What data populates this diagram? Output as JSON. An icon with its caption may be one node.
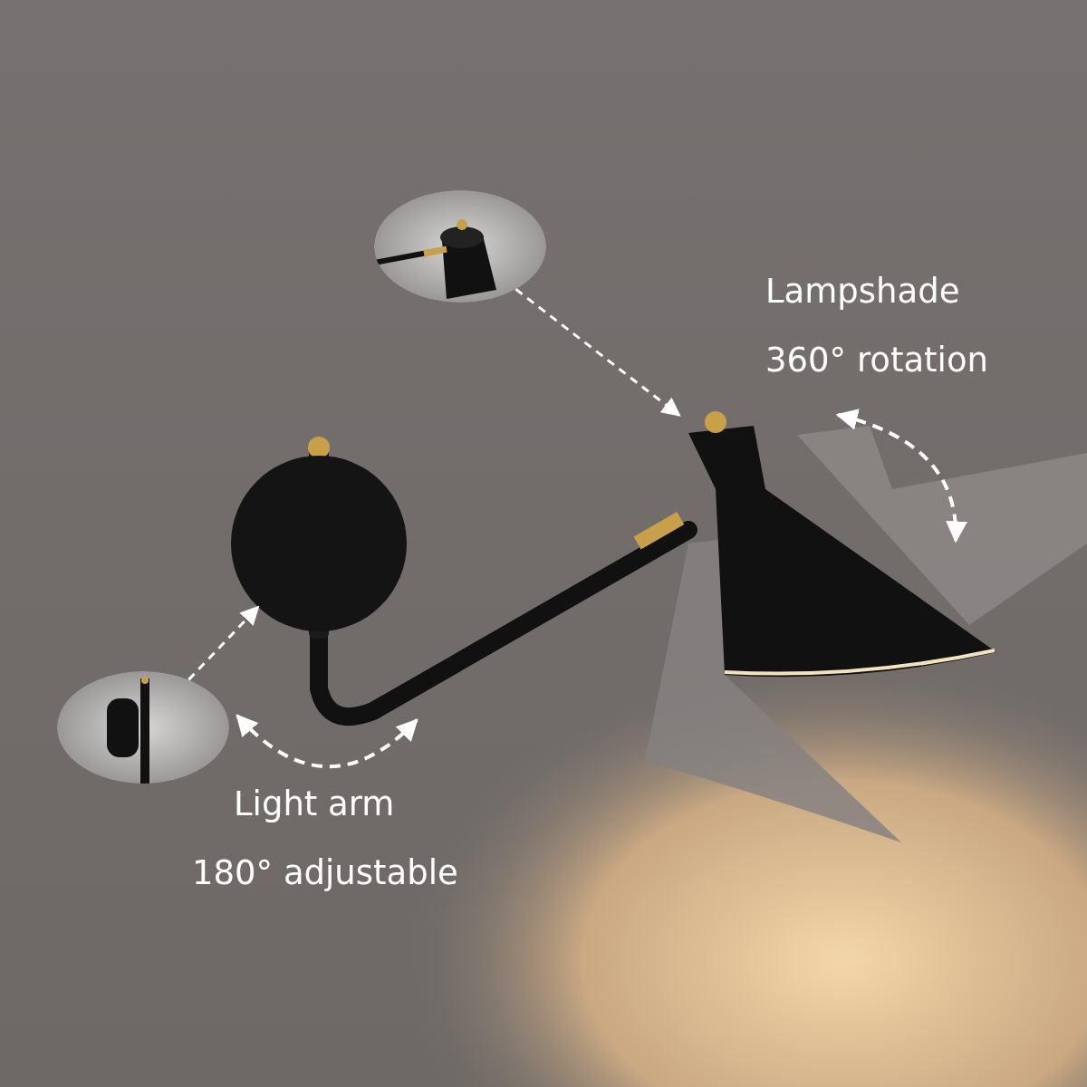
{
  "diagram": {
    "nodes": [
      {
        "text": [],
        "shape": "picture"
      },
      {
        "text": [],
        "shape": "picture"
      },
      {
        "text": [],
        "shape": "picture"
      },
      {
        "text": [],
        "shape": "circle"
      }
    ],
    "edges": [
      {
        "from": 0,
        "to": 1,
        "arrow": "to",
        "style": "dashed"
      },
      {
        "from": 2,
        "to": 3,
        "arrow": "to",
        "style": "dashed"
      }
    ],
    "labels": [
      "Lampshade",
      "360° rotation",
      "Light arm",
      "180° adjustable"
    ]
  }
}
